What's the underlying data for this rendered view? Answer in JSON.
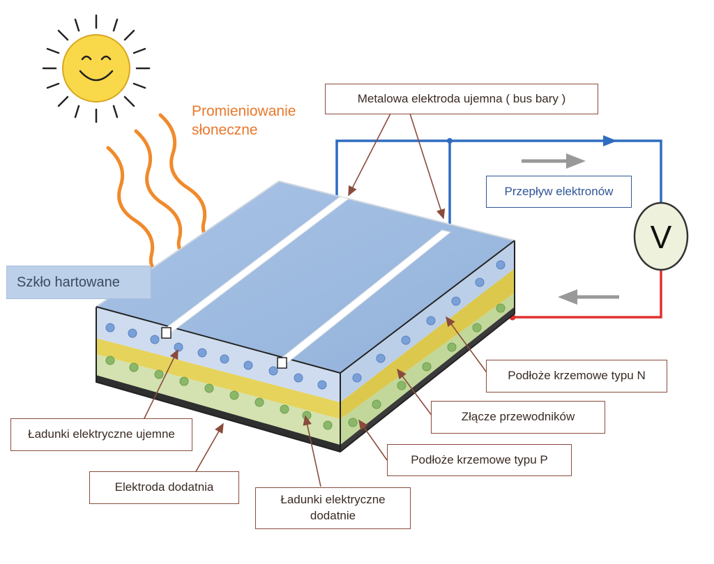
{
  "labels": {
    "sunlight_line1": "Promieniowanie",
    "sunlight_line2": "słoneczne",
    "glass": "Szkło hartowane",
    "bus_bar": "Metalowa elektroda ujemna ( bus bary )",
    "electron_flow": "Przepływ elektronów",
    "voltmeter": "V",
    "n_type": "Podłoże krzemowe typu N",
    "junction": "Złącze przewodników",
    "p_type": "Podłoże krzemowe typu P",
    "negative_charges": "Ładunki elektryczne ujemne",
    "positive_electrode": "Elektroda dodatnia",
    "positive_charges": "Ładunki elektryczne\ndodatnie"
  },
  "icons": [
    "sun-icon",
    "voltmeter-icon",
    "arrow-right-icon",
    "arrow-left-icon"
  ],
  "colors": {
    "sun": "#f9d94a",
    "rays": "#f08a2c",
    "glass": "#a6c2e3",
    "n_layer": "#cfdcef",
    "junction": "#e6d35c",
    "p_layer": "#d3e2b0",
    "electrode": "#2f2f2f",
    "wire_negative": "#2f6cc0",
    "wire_positive": "#e03030",
    "label_border": "#8a4b3c"
  }
}
